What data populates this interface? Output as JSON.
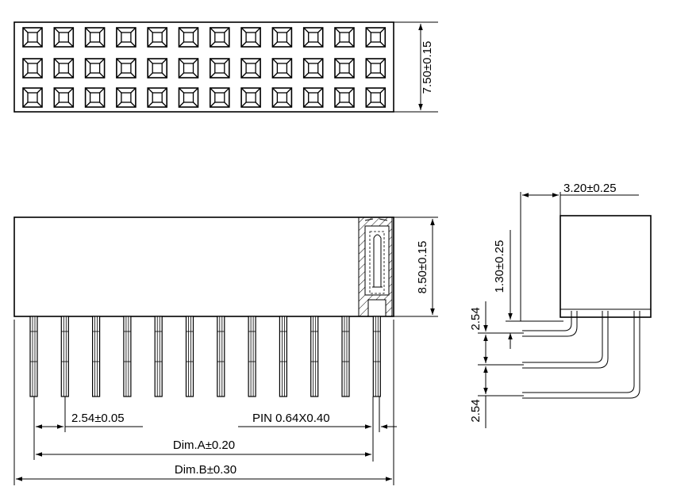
{
  "labels": {
    "width_dim": "7.50±0.15",
    "height_dim": "8.50±0.15",
    "pitch": "2.54±0.05",
    "pin_size": "PIN 0.64X0.40",
    "dim_a": "Dim.A±0.20",
    "dim_b": "Dim.B±0.30",
    "side_width": "3.20±0.25",
    "side_offset": "1.30±0.25",
    "side_pitch_1": "2.54",
    "side_pitch_2": "2.54"
  },
  "connector": {
    "rows": 3,
    "pins_per_row": 12
  }
}
